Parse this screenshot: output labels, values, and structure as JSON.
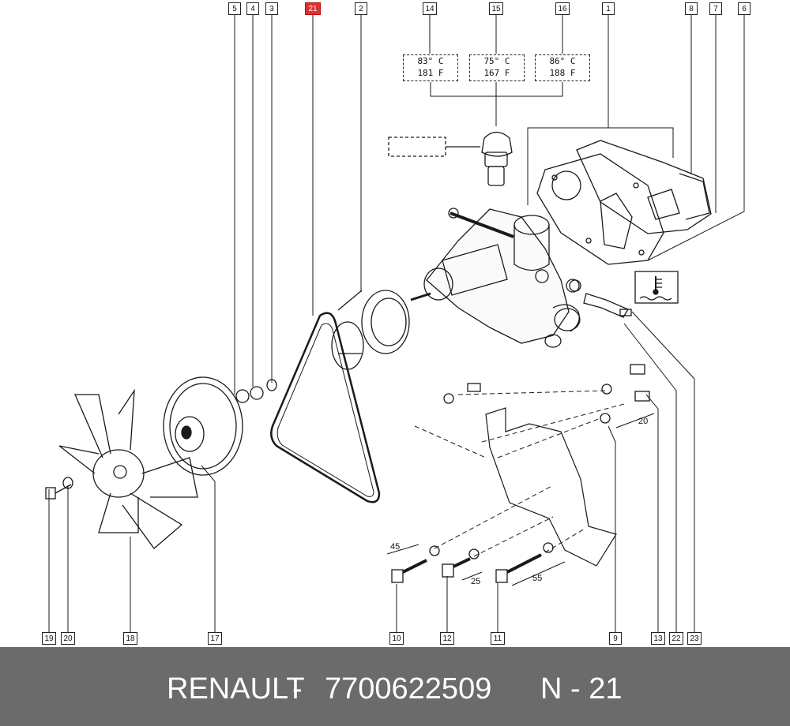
{
  "callouts": {
    "c1": "1",
    "c2": "2",
    "c3": "3",
    "c4": "4",
    "c5": "5",
    "c6": "6",
    "c7": "7",
    "c8": "8",
    "c9": "9",
    "c10": "10",
    "c11": "11",
    "c12": "12",
    "c13": "13",
    "c14": "14",
    "c15": "15",
    "c16": "16",
    "c17": "17",
    "c18": "18",
    "c19": "19",
    "c20": "20",
    "c21": "21",
    "c22": "22",
    "c23": "23"
  },
  "thermostats": {
    "t14": {
      "c": "83° C",
      "f": "181 F"
    },
    "t15": {
      "c": "75° C",
      "f": "167 F"
    },
    "t16": {
      "c": "86° C",
      "f": "188 F"
    }
  },
  "dimensions": {
    "d45": "45",
    "d25": "25",
    "d55": "55",
    "d20": "20"
  },
  "highlight_color": "#e03030",
  "footer": {
    "brand": "RENAULT",
    "separator": "-",
    "part_number": "7700622509",
    "reference": "N - 21"
  }
}
